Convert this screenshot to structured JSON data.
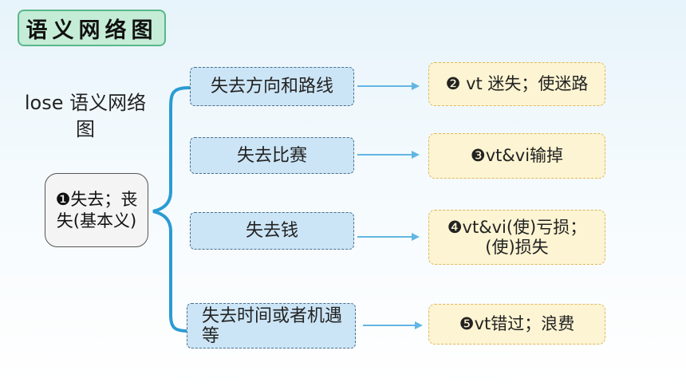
{
  "header": {
    "title": "语义网络图"
  },
  "diagram": {
    "title": "lose 语义网络图",
    "root": "❶失去；丧失(基本义)",
    "branches": [
      {
        "label": "失去方向和路线",
        "meaning": "❷ vt 迷失；使迷路"
      },
      {
        "label": "失去比赛",
        "meaning": "❸vt&vi输掉"
      },
      {
        "label": "失去钱",
        "meaning": "❹vt&vi(使)亏损；(使)损失"
      },
      {
        "label": "失去时间或者机遇等",
        "meaning": "❺vt错过；浪费"
      }
    ]
  },
  "colors": {
    "header_bg": "#c5ecd6",
    "branch_bg": "#cce5f6",
    "leaf_bg": "#fcf4d2",
    "connector": "#2a9bd3",
    "arrow": "#62b6e3"
  }
}
